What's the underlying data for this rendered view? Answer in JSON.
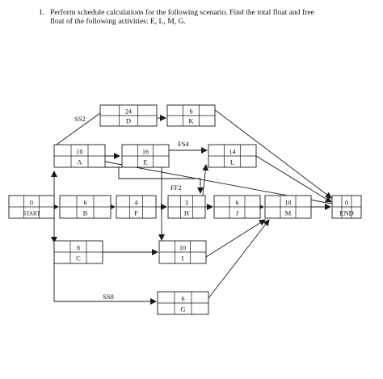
{
  "question": {
    "number": "1.",
    "line1": "Perform schedule calculations for the following scenario. Find the total float and free",
    "line2": "float of the following activities: E, L, M, G."
  },
  "nodes": {
    "START": {
      "duration": "0",
      "name": "START"
    },
    "A": {
      "duration": "10",
      "name": "A"
    },
    "B": {
      "duration": "6",
      "name": "B"
    },
    "C": {
      "duration": "8",
      "name": "C"
    },
    "D": {
      "duration": "24",
      "name": "D"
    },
    "K": {
      "duration": "6",
      "name": "K"
    },
    "E": {
      "duration": "16",
      "name": "E"
    },
    "L": {
      "duration": "14",
      "name": "L"
    },
    "F": {
      "duration": "4",
      "name": "F"
    },
    "H": {
      "duration": "3",
      "name": "H"
    },
    "J": {
      "duration": "6",
      "name": "J"
    },
    "M": {
      "duration": "10",
      "name": "M"
    },
    "END": {
      "duration": "0",
      "name": "END"
    },
    "I": {
      "duration": "10",
      "name": "I"
    },
    "G": {
      "duration": "6",
      "name": "G"
    }
  },
  "relations": {
    "ss2": "SS2",
    "fs4": "FS4",
    "ff2": "FF2",
    "ss8": "SS8"
  },
  "colors": {
    "line": "#1a1a1a",
    "background": "#ffffff"
  }
}
